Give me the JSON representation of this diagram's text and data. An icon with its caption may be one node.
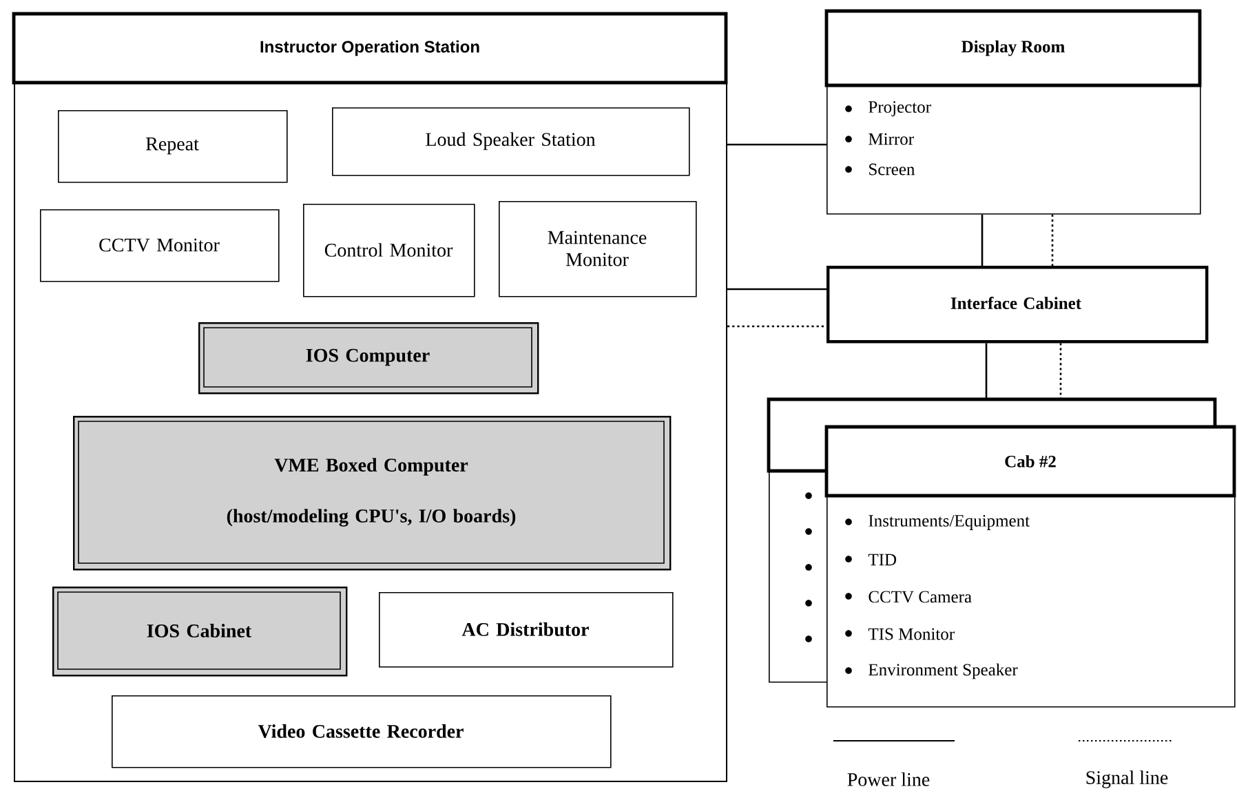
{
  "diagram": {
    "nodes": [
      {
        "text": [
          "Instructor Operation Station"
        ]
      },
      {
        "text": [
          "Repeat"
        ],
        "in": 0
      },
      {
        "text": [
          "Loud Speaker Station"
        ],
        "in": 0
      },
      {
        "text": [
          "CCTV Monitor"
        ],
        "in": 0
      },
      {
        "text": [
          "Control Monitor"
        ],
        "in": 0
      },
      {
        "text": [
          "Maintenance Monitor"
        ],
        "in": 0
      },
      {
        "text": [
          "IOS Computer"
        ],
        "in": 0
      },
      {
        "text": [
          "VME Boxed Computer",
          "(host/modeling CPU's, I/O boards)"
        ],
        "in": 0
      },
      {
        "text": [
          "IOS Cabinet"
        ],
        "in": 0
      },
      {
        "text": [
          "AC Distributor"
        ],
        "in": 0
      },
      {
        "text": [
          "Video Cassette Recorder"
        ],
        "in": 0
      },
      {
        "text": [
          "Display Room",
          "Projector",
          "Mirror",
          "Screen"
        ]
      },
      {
        "text": [
          "Interface Cabinet"
        ]
      },
      {
        "text": [],
        "shape": "box"
      },
      {
        "text": [
          "Cab #2",
          "Instruments/Equipment",
          "TID",
          "CCTV Camera",
          "TIS Monitor",
          "Environment Speaker"
        ]
      }
    ],
    "edges": [
      {
        "from": 0,
        "to": 11,
        "arrow": "none"
      },
      {
        "from": 0,
        "to": 12,
        "arrow": "none"
      },
      {
        "from": 0,
        "to": 12,
        "arrow": "none",
        "style": "dashed"
      },
      {
        "from": 11,
        "to": 12,
        "arrow": "none"
      },
      {
        "from": 11,
        "to": 12,
        "arrow": "none",
        "style": "dashed"
      },
      {
        "from": 12,
        "to": 13,
        "arrow": "none"
      },
      {
        "from": 12,
        "to": 13,
        "arrow": "none",
        "style": "dashed"
      }
    ],
    "legend": [
      {
        "text": "Power line"
      },
      {
        "text": "Signal line"
      }
    ]
  }
}
